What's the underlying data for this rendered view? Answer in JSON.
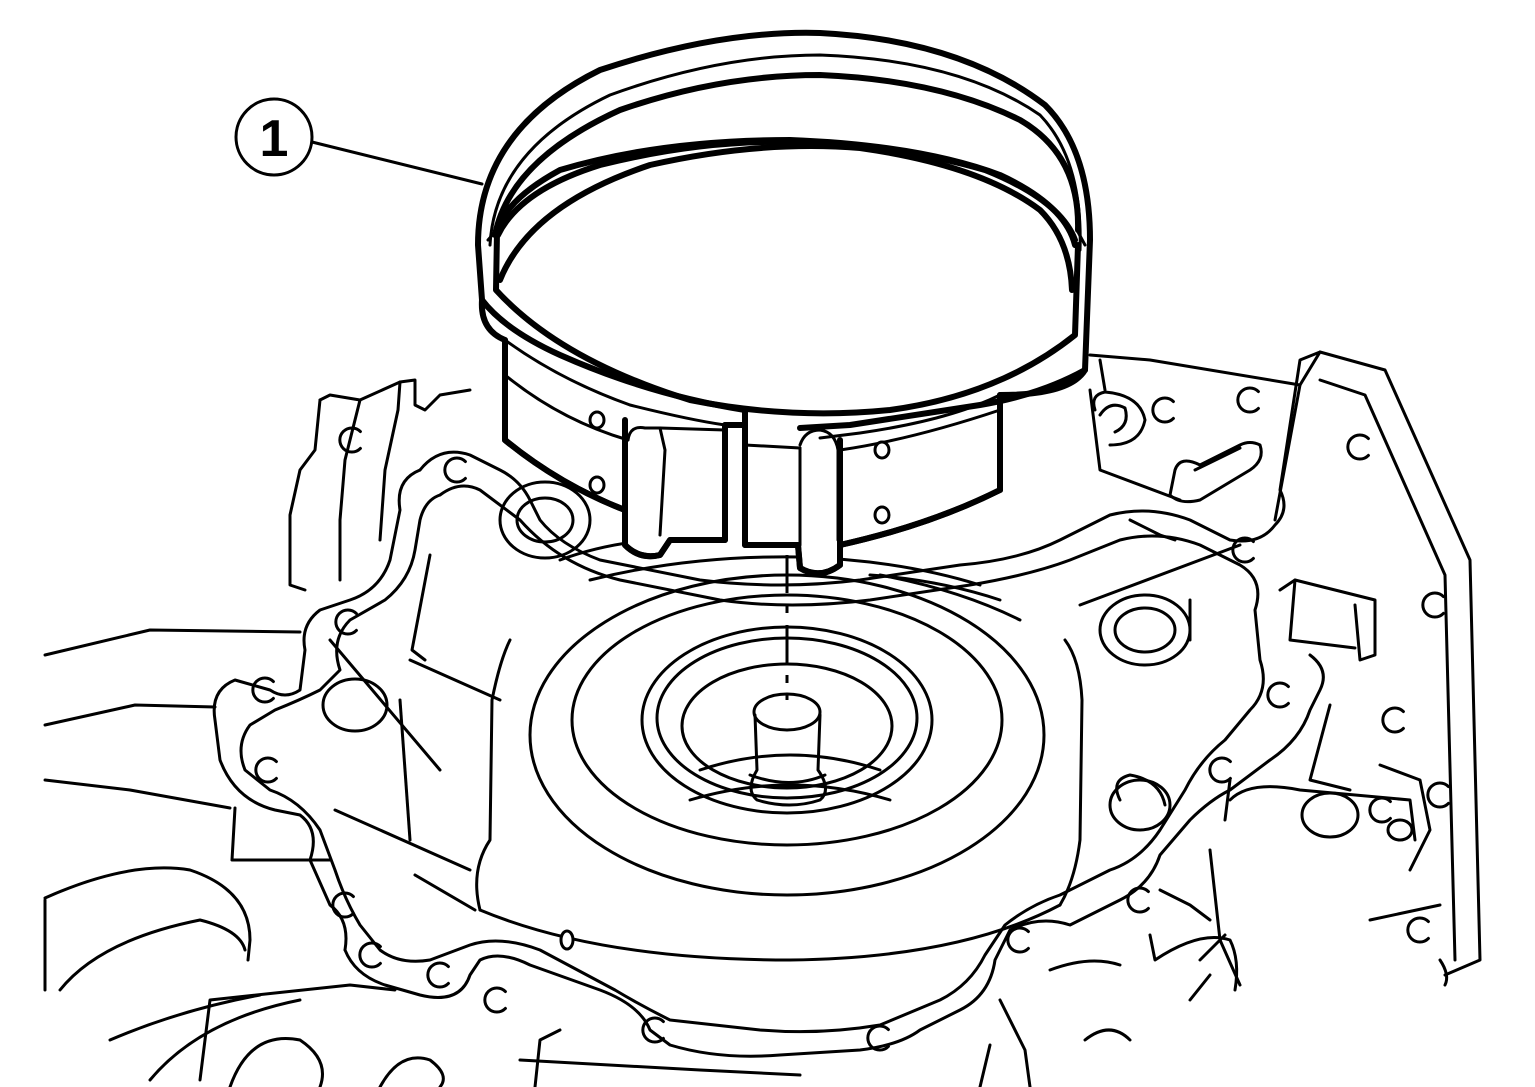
{
  "callouts": [
    {
      "id": "1",
      "label": "1",
      "part": "brake-band"
    }
  ],
  "colors": {
    "line": "#000000",
    "background": "#ffffff"
  }
}
